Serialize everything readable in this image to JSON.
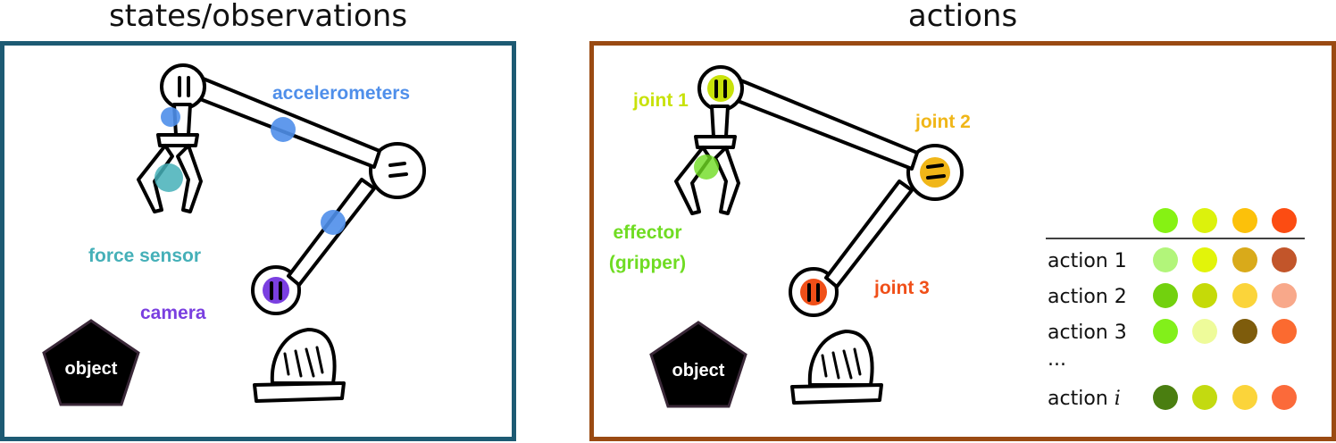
{
  "titles": {
    "left": "states/observations",
    "right": "actions"
  },
  "colors": {
    "left_border": "#1d5a73",
    "right_border": "#9a4a12",
    "accelerometer": "#4f8fea",
    "force_sensor": "#45b0b8",
    "camera": "#7a3fe0",
    "joint1": "#c8e20a",
    "joint2": "#f0b618",
    "joint3": "#f04f18",
    "effector": "#6fdc22"
  },
  "left": {
    "labels": {
      "accelerometers": "accelerometers",
      "force_sensor": "force sensor",
      "camera": "camera",
      "object": "object"
    }
  },
  "right": {
    "labels": {
      "joint1": "joint 1",
      "joint2": "joint 2",
      "joint3": "joint 3",
      "effector_line1": "effector",
      "effector_line2": "(gripper)",
      "object": "object"
    },
    "table": {
      "header_colors": [
        "#86f213",
        "#dcf20c",
        "#fcc10a",
        "#fc4c12"
      ],
      "rows": [
        {
          "label": "action 1",
          "colors": [
            "#b2f57a",
            "#e2f40a",
            "#d9aa1a",
            "#c2552a"
          ]
        },
        {
          "label": "action 2",
          "colors": [
            "#72d10e",
            "#c5da08",
            "#fbd43a",
            "#f8a88a"
          ]
        },
        {
          "label": "action 3",
          "colors": [
            "#82f01a",
            "#eefb9a",
            "#7e5c0c",
            "#fb6a30"
          ]
        },
        {
          "label": "...",
          "colors": []
        },
        {
          "label": "action ",
          "label_var": "i",
          "colors": [
            "#4a7e10",
            "#c3da10",
            "#fbd43a",
            "#fb6a3a"
          ]
        }
      ]
    }
  }
}
